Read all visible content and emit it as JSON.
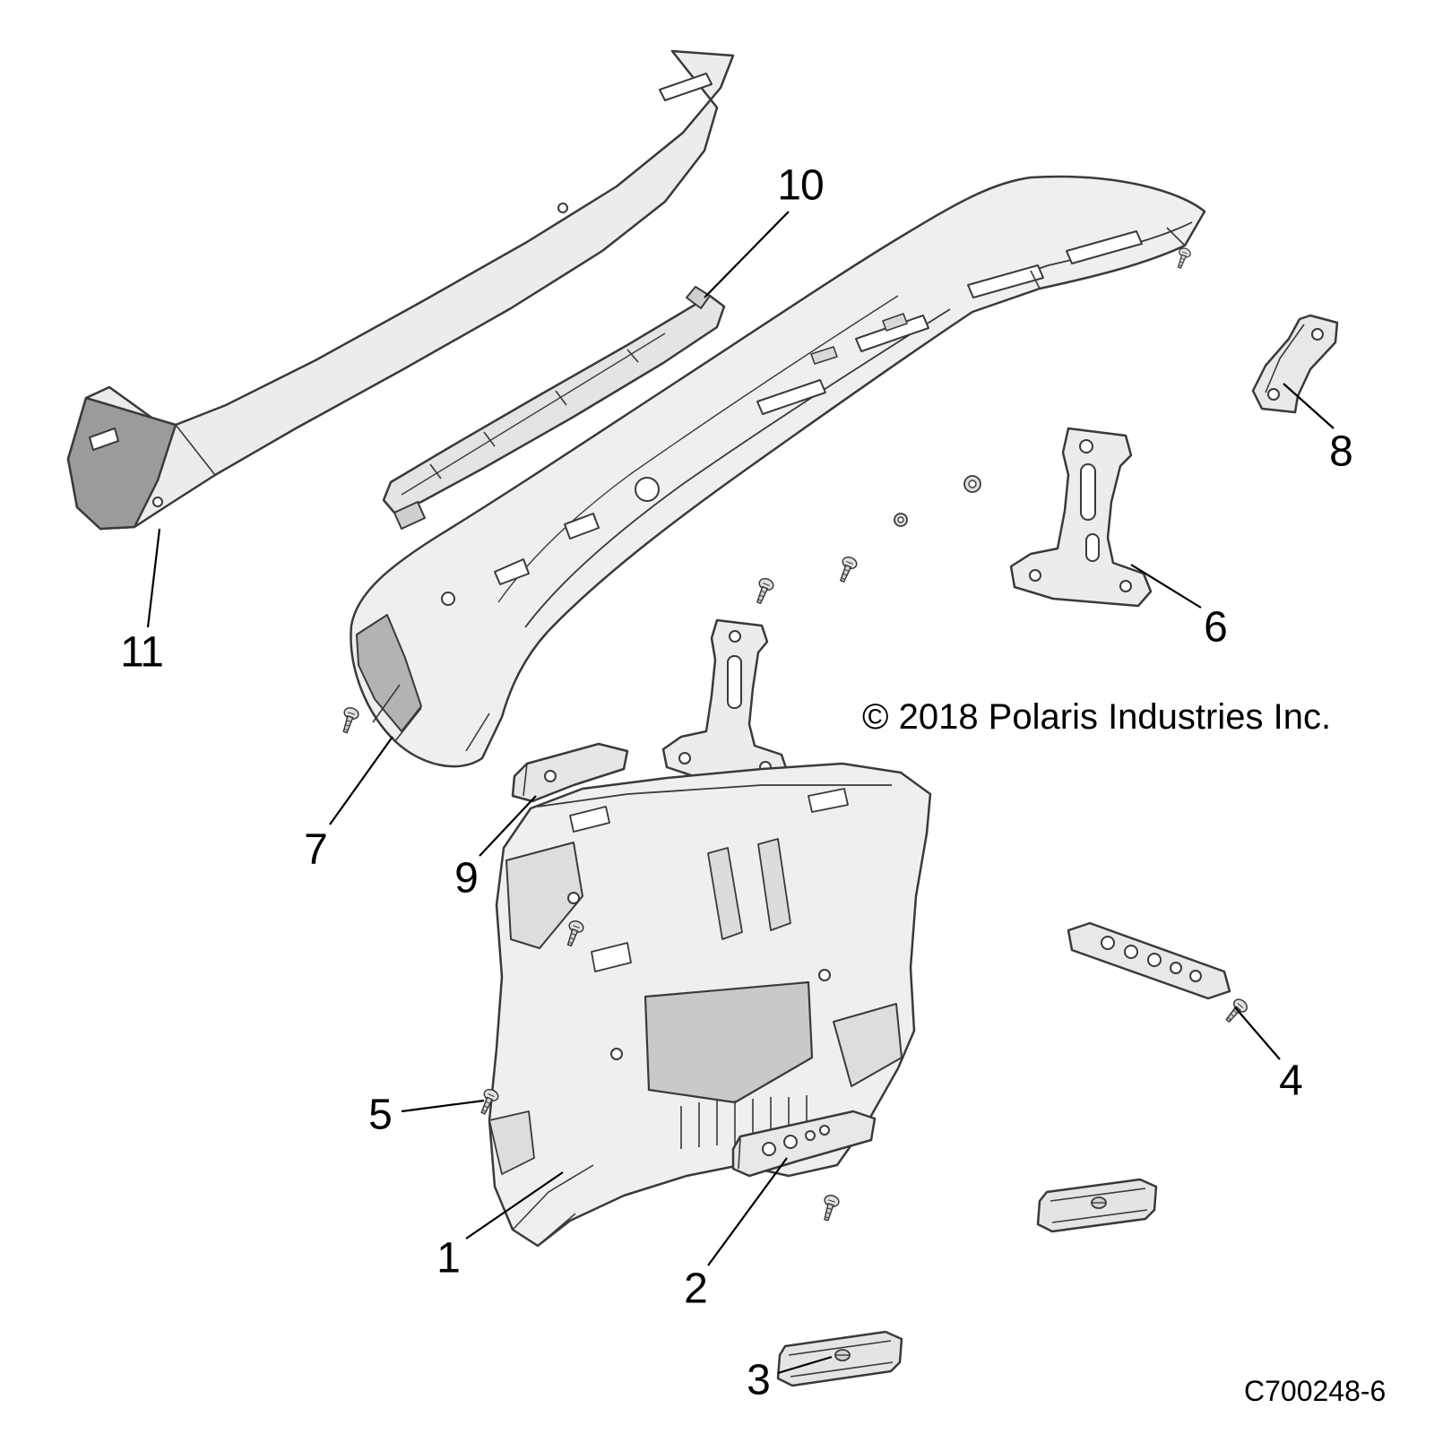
{
  "diagram": {
    "copyright": "© 2018 Polaris Industries Inc.",
    "code": "C700248-6",
    "callouts": [
      {
        "n": "1"
      },
      {
        "n": "2"
      },
      {
        "n": "3"
      },
      {
        "n": "4"
      },
      {
        "n": "5"
      },
      {
        "n": "6"
      },
      {
        "n": "7"
      },
      {
        "n": "8"
      },
      {
        "n": "9"
      },
      {
        "n": "10"
      },
      {
        "n": "11"
      }
    ]
  }
}
